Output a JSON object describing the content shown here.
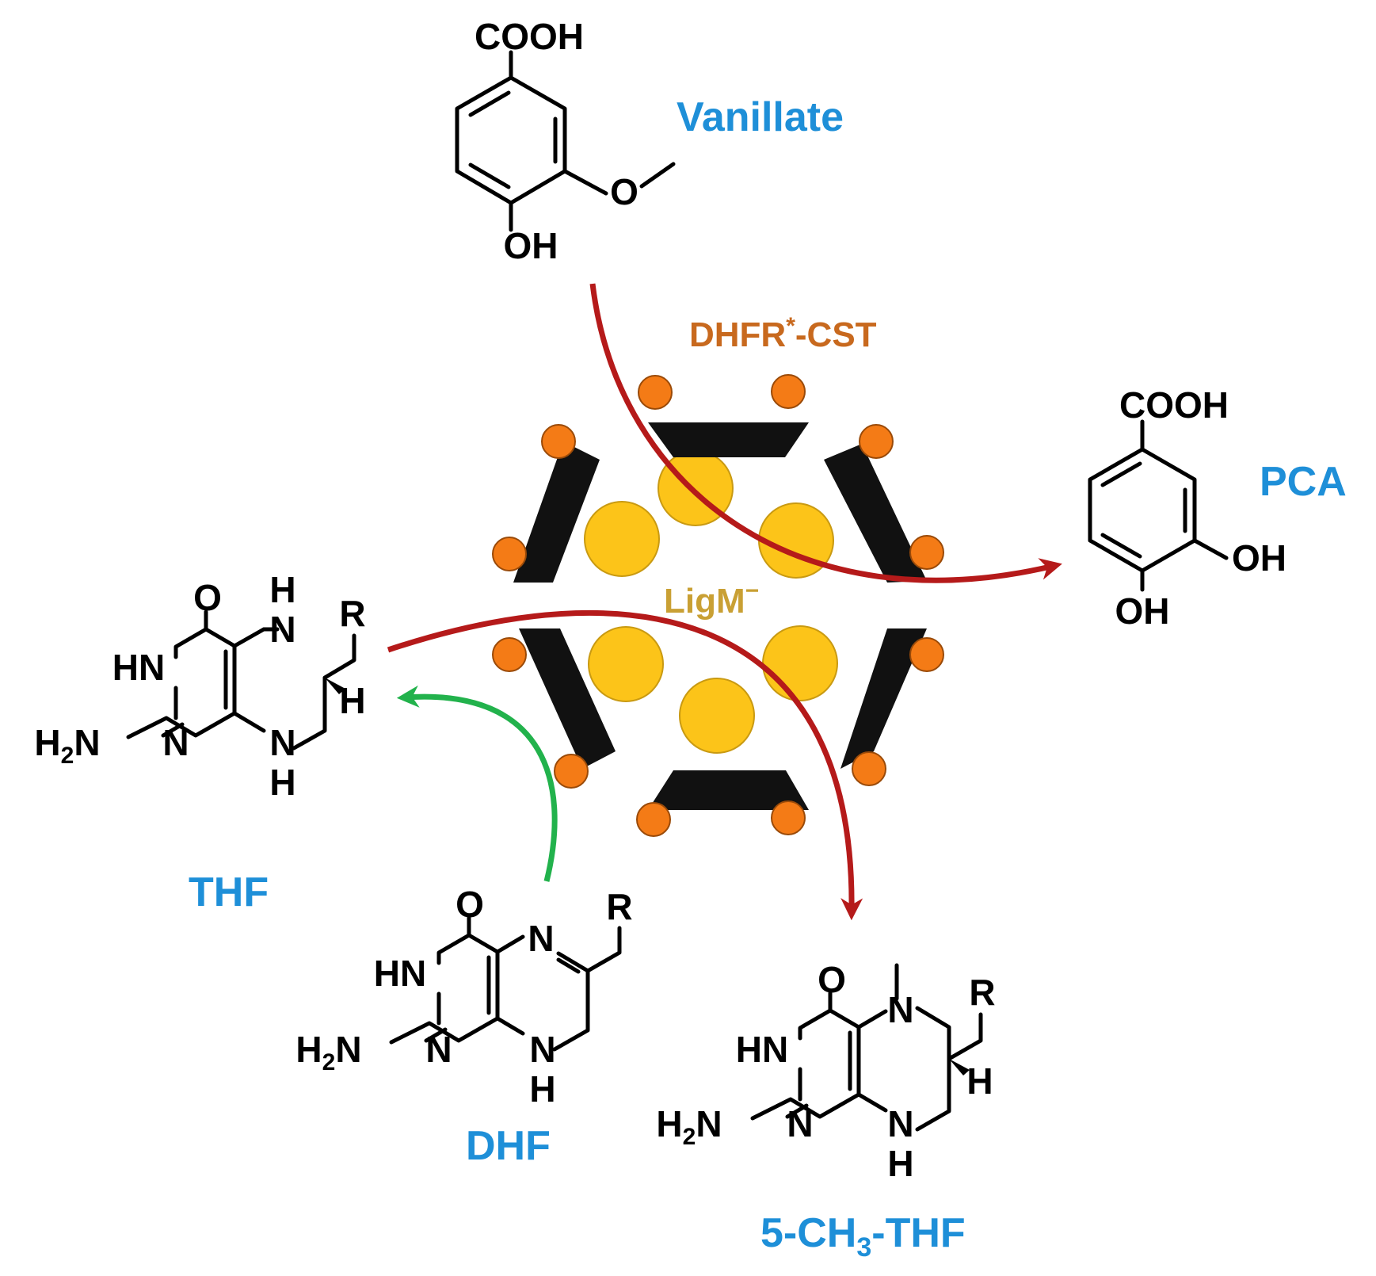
{
  "colors": {
    "compound_label": "#1e8fd8",
    "complex_label": "#c8691e",
    "enzyme_label": "#c9a034",
    "reaction_arrow": "#b51a1a",
    "regeneration_arrow": "#22b24c",
    "cage_strut": "#111111",
    "cage_node": "#f47b16",
    "enzyme_sphere": "#fcc419"
  },
  "labels": {
    "vanillate": "Vanillate",
    "pca": "PCA",
    "thf": "THF",
    "dhf": "DHF",
    "methyl_thf": "5-CH3-THF",
    "complex": "DHFR*-CST",
    "enzyme": "LigM"
  },
  "methyl_thf_parts": {
    "pre": "5-CH",
    "sub": "3",
    "post": "-THF"
  },
  "complex_parts": {
    "pre": "DHFR",
    "sup": "*",
    "post": "-CST"
  },
  "enzyme_parts": {
    "base": "LigM",
    "sup": "−"
  },
  "atoms": {
    "cooh": "COOH",
    "oh": "OH",
    "o": "O",
    "h": "H",
    "n": "N",
    "hn": "HN",
    "h2n_base": "H",
    "h2n_sub": "2",
    "h2n_n": "N",
    "r": "R"
  },
  "icons": {
    "cage": "hexagonal-cage-icon",
    "node": "orange-node-icon",
    "sphere": "yellow-enzyme-sphere-icon"
  }
}
